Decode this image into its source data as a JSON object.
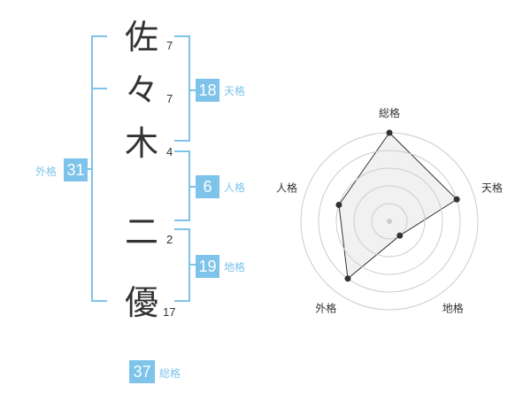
{
  "name": {
    "chars": [
      {
        "char": "佐",
        "strokes": "7"
      },
      {
        "char": "々",
        "strokes": "7"
      },
      {
        "char": "木",
        "strokes": "4"
      },
      {
        "char": "二",
        "strokes": "2"
      },
      {
        "char": "優",
        "strokes": "17"
      }
    ]
  },
  "fortune": {
    "tenkaku": {
      "value": "18",
      "label": "天格"
    },
    "jinkaku": {
      "value": "6",
      "label": "人格"
    },
    "chikaku": {
      "value": "19",
      "label": "地格"
    },
    "gaikaku": {
      "value": "31",
      "label": "外格"
    },
    "soukaku": {
      "value": "37",
      "label": "総格"
    }
  },
  "radar": {
    "axes": [
      "総格",
      "天格",
      "地格",
      "外格",
      "人格"
    ],
    "values": [
      5,
      4,
      1,
      4,
      3
    ],
    "max": 5
  },
  "colors": {
    "accent": "#7ec3ea",
    "text": "#333333",
    "grid": "#cccccc",
    "fill": "#eeeeee"
  }
}
